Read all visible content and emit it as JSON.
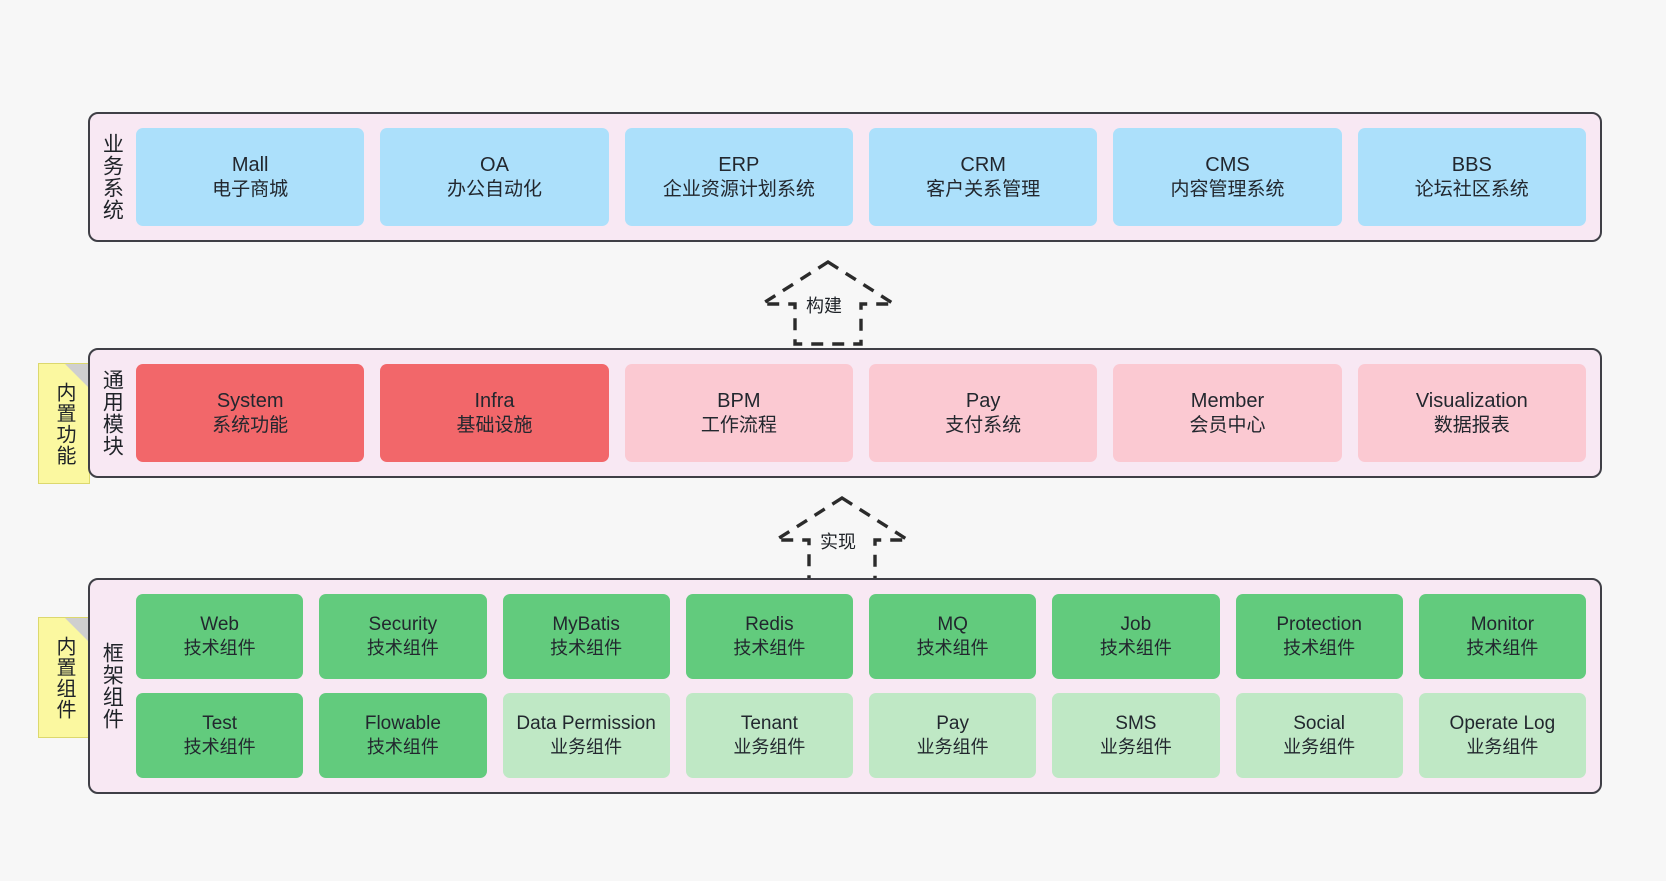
{
  "diagram": {
    "background": "#f7f7f7",
    "layers": [
      {
        "id": "business-systems",
        "title": "业务系统",
        "accent": "#ace0fb",
        "cells": [
          {
            "en": "Mall",
            "cn": "电子商城",
            "color": "c-blue"
          },
          {
            "en": "OA",
            "cn": "办公自动化",
            "color": "c-blue"
          },
          {
            "en": "ERP",
            "cn": "企业资源计划系统",
            "color": "c-blue"
          },
          {
            "en": "CRM",
            "cn": "客户关系管理",
            "color": "c-blue"
          },
          {
            "en": "CMS",
            "cn": "内容管理系统",
            "color": "c-blue"
          },
          {
            "en": "BBS",
            "cn": "论坛社区系统",
            "color": "c-blue"
          }
        ]
      },
      {
        "id": "common-modules",
        "title": "通用模块",
        "note": "内置功能",
        "accent": "#f2676a",
        "cells": [
          {
            "en": "System",
            "cn": "系统功能",
            "color": "c-red"
          },
          {
            "en": "Infra",
            "cn": "基础设施",
            "color": "c-red"
          },
          {
            "en": "BPM",
            "cn": "工作流程",
            "color": "c-pink"
          },
          {
            "en": "Pay",
            "cn": "支付系统",
            "color": "c-pink"
          },
          {
            "en": "Member",
            "cn": "会员中心",
            "color": "c-pink"
          },
          {
            "en": "Visualization",
            "cn": "数据报表",
            "color": "c-pink"
          }
        ]
      },
      {
        "id": "framework-components",
        "title": "框架组件",
        "note": "内置组件",
        "accent": "#62cb7d",
        "rows": [
          [
            {
              "en": "Web",
              "cn": "技术组件",
              "color": "c-green"
            },
            {
              "en": "Security",
              "cn": "技术组件",
              "color": "c-green"
            },
            {
              "en": "MyBatis",
              "cn": "技术组件",
              "color": "c-green"
            },
            {
              "en": "Redis",
              "cn": "技术组件",
              "color": "c-green"
            },
            {
              "en": "MQ",
              "cn": "技术组件",
              "color": "c-green"
            },
            {
              "en": "Job",
              "cn": "技术组件",
              "color": "c-green"
            },
            {
              "en": "Protection",
              "cn": "技术组件",
              "color": "c-green"
            },
            {
              "en": "Monitor",
              "cn": "技术组件",
              "color": "c-green"
            }
          ],
          [
            {
              "en": "Test",
              "cn": "技术组件",
              "color": "c-green"
            },
            {
              "en": "Flowable",
              "cn": "技术组件",
              "color": "c-green"
            },
            {
              "en": "Data Permission",
              "cn": "业务组件",
              "color": "c-lgreen"
            },
            {
              "en": "Tenant",
              "cn": "业务组件",
              "color": "c-lgreen"
            },
            {
              "en": "Pay",
              "cn": "业务组件",
              "color": "c-lgreen"
            },
            {
              "en": "SMS",
              "cn": "业务组件",
              "color": "c-lgreen"
            },
            {
              "en": "Social",
              "cn": "业务组件",
              "color": "c-lgreen"
            },
            {
              "en": "Operate Log",
              "cn": "业务组件",
              "color": "c-lgreen"
            }
          ]
        ]
      }
    ],
    "connectors": [
      {
        "id": "build",
        "label": "构建"
      },
      {
        "id": "implement",
        "label": "实现"
      }
    ]
  }
}
